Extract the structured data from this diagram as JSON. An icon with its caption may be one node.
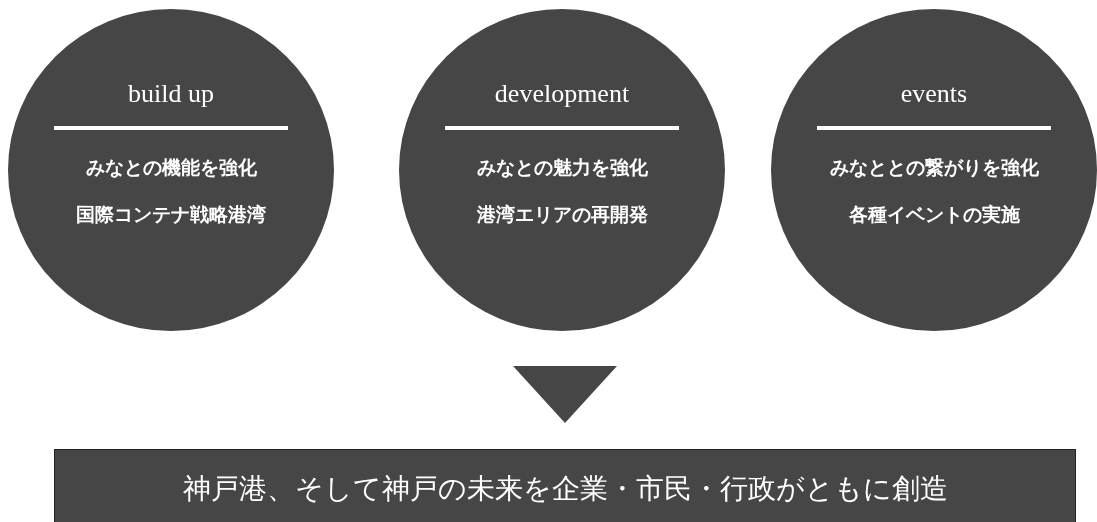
{
  "diagram": {
    "nodes": [
      {
        "text": [
          "build up",
          "みなとの機能を強化",
          "国際コンテナ戦略港湾"
        ]
      },
      {
        "text": [
          "development",
          "みなとの魅力を強化",
          "港湾エリアの再開発"
        ]
      },
      {
        "text": [
          "events",
          "みなととの繋がりを強化",
          "各種イベントの実施"
        ]
      },
      {
        "text": [
          "神戸港、そして神戸の未来を企業・市民・行政がともに創造"
        ]
      }
    ],
    "edges": [
      {
        "from": 1,
        "to": 3,
        "arrow": "to"
      }
    ]
  }
}
